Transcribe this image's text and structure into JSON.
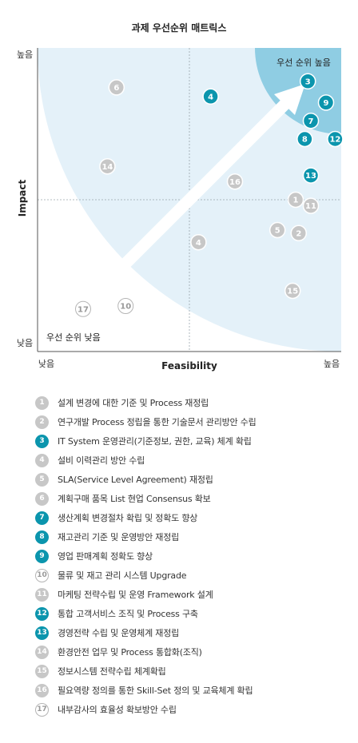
{
  "chart_data": {
    "type": "scatter",
    "title": "과제 우선순위 매트릭스",
    "xlabel": "Feasibility",
    "ylabel": "Impact",
    "xlim": [
      0,
      10
    ],
    "ylim": [
      0,
      10
    ],
    "x_tick_labels": {
      "low": "낮음",
      "high": "높음"
    },
    "y_tick_labels": {
      "low": "낮음",
      "high": "높음"
    },
    "region_labels": {
      "high": "우선 순위 높음",
      "low": "우선 순위 낮음"
    },
    "grid": "dashed center lines",
    "colors": {
      "teal": "#0b95ad",
      "grey": "#c7c7c7",
      "high_zone": "#8fcde3",
      "low_zone": "#e4f1f9"
    },
    "points": [
      {
        "id": "1",
        "x": 8.5,
        "y": 5.0,
        "style": "grey",
        "label": "설계 변경에 대한 기준 및 Process 재정립"
      },
      {
        "id": "2",
        "x": 8.6,
        "y": 3.9,
        "style": "grey",
        "label": "연구개발 Process 정립을 통한 기술문서 관리방안 수립"
      },
      {
        "id": "3",
        "x": 8.9,
        "y": 8.9,
        "style": "teal",
        "label": "IT System 운영관리(기준정보, 권한, 교육) 체계 확립"
      },
      {
        "id": "4a",
        "x": 5.7,
        "y": 8.4,
        "style": "teal",
        "label": ""
      },
      {
        "id": "4",
        "x": 5.3,
        "y": 3.6,
        "style": "grey",
        "label": "설비 이력관리 방안 수립"
      },
      {
        "id": "5",
        "x": 7.9,
        "y": 4.0,
        "style": "grey",
        "label": "SLA(Service Level Agreement) 재정립"
      },
      {
        "id": "6",
        "x": 2.6,
        "y": 8.7,
        "style": "grey",
        "label": "계획구매 품목 List 현업 Consensus 확보"
      },
      {
        "id": "7",
        "x": 9.0,
        "y": 7.6,
        "style": "teal",
        "label": "생산계획 변경절차 확립 및 정확도 향상"
      },
      {
        "id": "8",
        "x": 8.8,
        "y": 7.0,
        "style": "teal",
        "label": "재고관리 기준 및 운영방안 재정립"
      },
      {
        "id": "9",
        "x": 9.5,
        "y": 8.2,
        "style": "teal",
        "label": "영업 판매계획 정확도 향상"
      },
      {
        "id": "10",
        "x": 2.9,
        "y": 1.5,
        "style": "outline",
        "label": "물류 및 재고 관리 시스템 Upgrade"
      },
      {
        "id": "11",
        "x": 9.0,
        "y": 4.8,
        "style": "grey",
        "label": "마케팅 전략수립 및 운영 Framework 설계"
      },
      {
        "id": "12",
        "x": 9.8,
        "y": 7.0,
        "style": "teal",
        "label": "통합 고객서비스 조직 및 Process 구축"
      },
      {
        "id": "13",
        "x": 9.0,
        "y": 5.8,
        "style": "teal",
        "label": "경영전략 수립 및 운영체계 재정립"
      },
      {
        "id": "14",
        "x": 2.3,
        "y": 6.1,
        "style": "grey",
        "label": "환경안전 업무 및 Process 통합화(조직)"
      },
      {
        "id": "15",
        "x": 8.4,
        "y": 2.0,
        "style": "grey",
        "label": "정보시스템 전략수립 체계확립"
      },
      {
        "id": "16",
        "x": 6.5,
        "y": 5.6,
        "style": "grey",
        "label": "필요역량 정의를 통한 Skill-Set 정의 및 교육체계 확립"
      },
      {
        "id": "17",
        "x": 1.5,
        "y": 1.4,
        "style": "outline",
        "label": "내부감사의 효율성 확보방안 수립"
      }
    ]
  }
}
